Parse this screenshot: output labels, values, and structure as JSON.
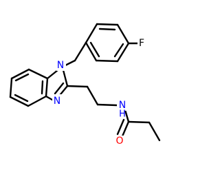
{
  "molecule": {
    "atoms": {
      "fluorine": "F",
      "n1": "N",
      "n3": "N",
      "amide_nh": "N",
      "amide_h": "H",
      "carbonyl_o": "O"
    },
    "colors": {
      "bond": "#000000",
      "nitrogen": "#0000ff",
      "oxygen": "#ff0000",
      "fluorine": "#000000",
      "background": "#ffffff"
    }
  }
}
